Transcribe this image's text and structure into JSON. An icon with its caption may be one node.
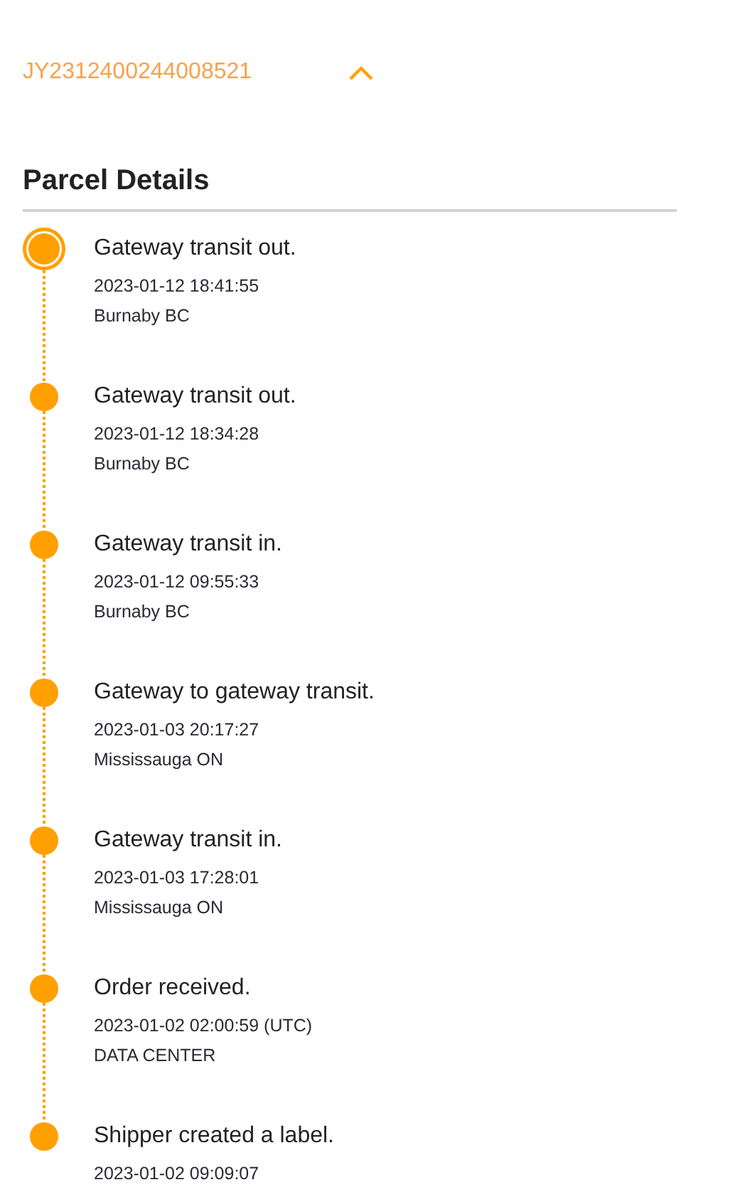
{
  "diagram": {
    "title": "Parcel Details",
    "nodes": [
      {
        "text": [],
        "shape": "ring",
        "beside": [
          "Gateway transit out.",
          "2023-01-12 18:41:55",
          "Burnaby BC"
        ]
      },
      {
        "text": [],
        "shape": "circle",
        "beside": [
          "Gateway transit out.",
          "2023-01-12 18:34:28",
          "Burnaby BC"
        ]
      },
      {
        "text": [],
        "shape": "circle",
        "beside": [
          "Gateway transit in.",
          "2023-01-12 09:55:33",
          "Burnaby BC"
        ]
      },
      {
        "text": [],
        "shape": "circle",
        "beside": [
          "Gateway to gateway transit.",
          "2023-01-03 20:17:27",
          "Mississauga ON"
        ]
      },
      {
        "text": [],
        "shape": "circle",
        "beside": [
          "Gateway transit in.",
          "2023-01-03 17:28:01",
          "Mississauga ON"
        ]
      },
      {
        "text": [],
        "shape": "circle",
        "beside": [
          "Order received.",
          "2023-01-02 02:00:59 (UTC)",
          "DATA CENTER"
        ]
      },
      {
        "text": [],
        "shape": "circle",
        "beside": [
          "Shipper created a label.",
          "2023-01-02 09:09:07"
        ]
      }
    ],
    "edges": [
      {
        "from": 0,
        "to": 1,
        "arrow": "none",
        "style": "dashed"
      },
      {
        "from": 1,
        "to": 2,
        "arrow": "none",
        "style": "dashed"
      },
      {
        "from": 2,
        "to": 3,
        "arrow": "none",
        "style": "dashed"
      },
      {
        "from": 3,
        "to": 4,
        "arrow": "none",
        "style": "dashed"
      },
      {
        "from": 4,
        "to": 5,
        "arrow": "none",
        "style": "dashed"
      },
      {
        "from": 5,
        "to": 6,
        "arrow": "none",
        "style": "dashed"
      }
    ],
    "labels": [
      "JY2312400244008521"
    ]
  }
}
